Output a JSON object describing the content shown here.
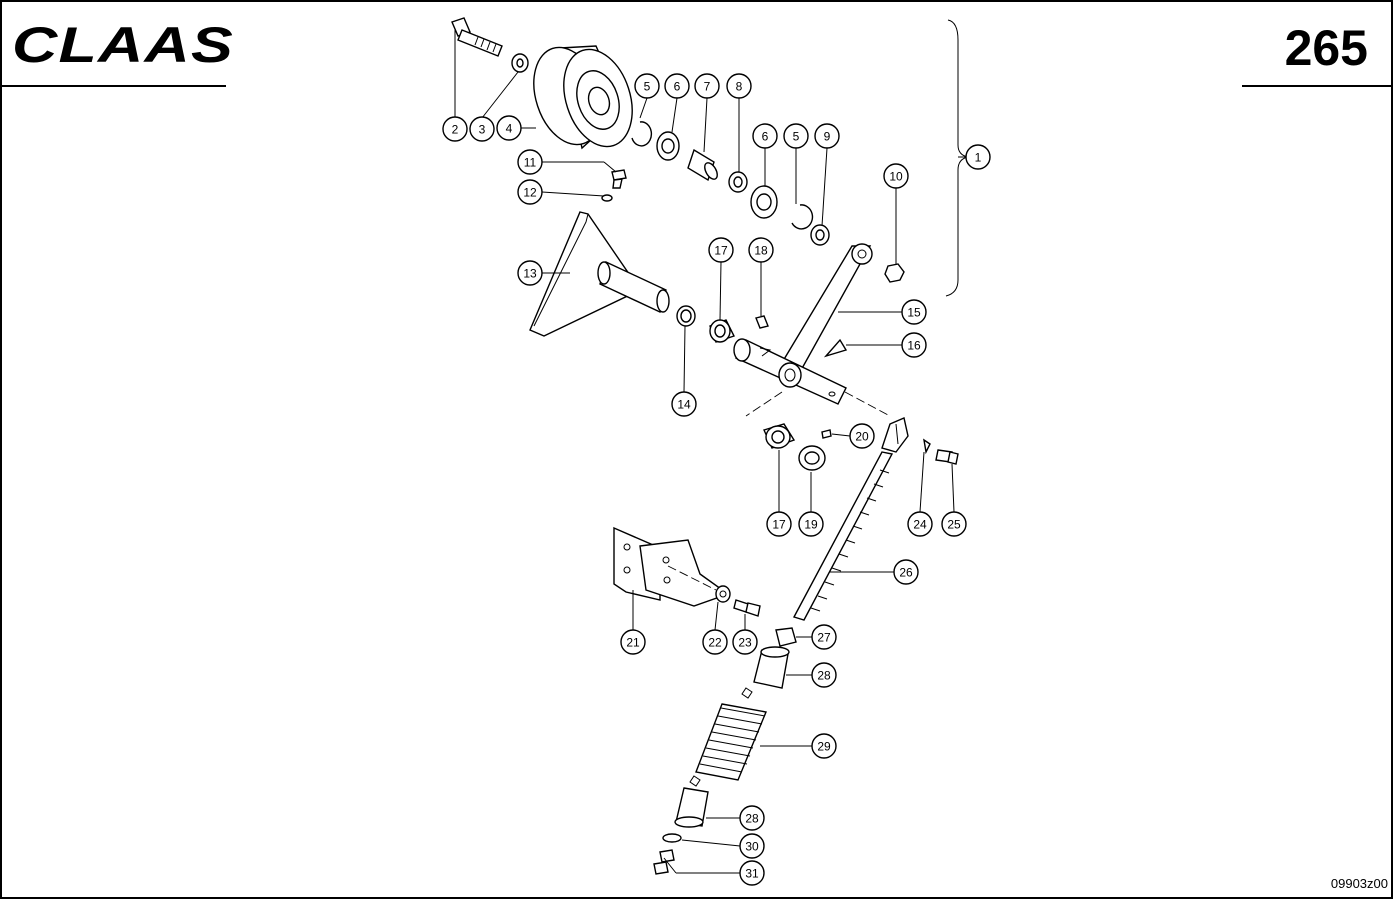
{
  "header": {
    "brand": "CLAAS",
    "page_number": "265"
  },
  "footer": {
    "drawing_ref": "09903z00"
  },
  "callouts": [
    {
      "id": "c1",
      "label": "1"
    },
    {
      "id": "c2",
      "label": "2"
    },
    {
      "id": "c3",
      "label": "3"
    },
    {
      "id": "c4",
      "label": "4"
    },
    {
      "id": "c5a",
      "label": "5"
    },
    {
      "id": "c6a",
      "label": "6"
    },
    {
      "id": "c7",
      "label": "7"
    },
    {
      "id": "c8",
      "label": "8"
    },
    {
      "id": "c6b",
      "label": "6"
    },
    {
      "id": "c5b",
      "label": "5"
    },
    {
      "id": "c9",
      "label": "9"
    },
    {
      "id": "c10",
      "label": "10"
    },
    {
      "id": "c11",
      "label": "11"
    },
    {
      "id": "c12",
      "label": "12"
    },
    {
      "id": "c13",
      "label": "13"
    },
    {
      "id": "c14",
      "label": "14"
    },
    {
      "id": "c15",
      "label": "15"
    },
    {
      "id": "c16",
      "label": "16"
    },
    {
      "id": "c17a",
      "label": "17"
    },
    {
      "id": "c18",
      "label": "18"
    },
    {
      "id": "c20",
      "label": "20"
    },
    {
      "id": "c17b",
      "label": "17"
    },
    {
      "id": "c19",
      "label": "19"
    },
    {
      "id": "c24",
      "label": "24"
    },
    {
      "id": "c25",
      "label": "25"
    },
    {
      "id": "c26",
      "label": "26"
    },
    {
      "id": "c21",
      "label": "21"
    },
    {
      "id": "c22",
      "label": "22"
    },
    {
      "id": "c23",
      "label": "23"
    },
    {
      "id": "c27",
      "label": "27"
    },
    {
      "id": "c28a",
      "label": "28"
    },
    {
      "id": "c29",
      "label": "29"
    },
    {
      "id": "c28b",
      "label": "28"
    },
    {
      "id": "c30",
      "label": "30"
    },
    {
      "id": "c31",
      "label": "31"
    }
  ]
}
